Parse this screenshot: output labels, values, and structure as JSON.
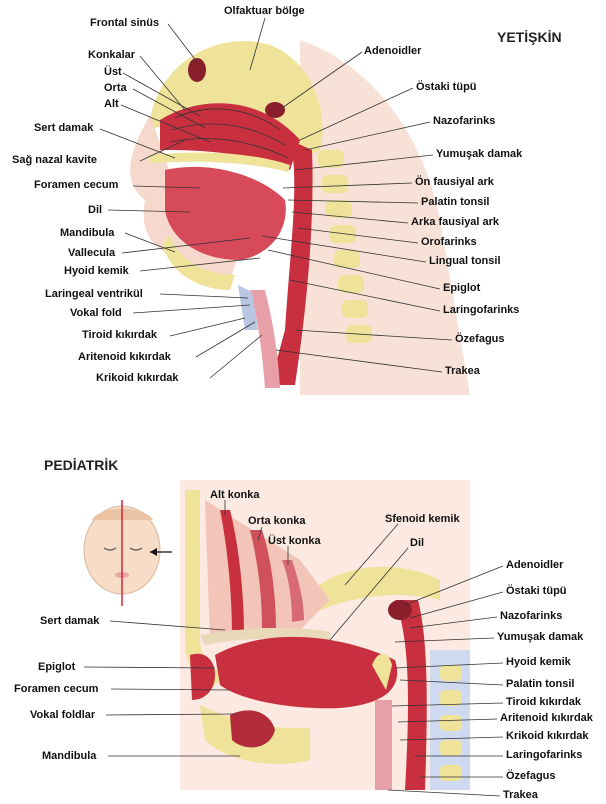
{
  "adult": {
    "title": "YETİŞKİN",
    "labels": {
      "frontal_sinus": "Frontal sinüs",
      "olfactory_region": "Olfaktuar bölge",
      "conchae": "Konkalar",
      "upper": "Üst",
      "middle": "Orta",
      "lower": "Alt",
      "hard_palate": "Sert damak",
      "right_nasal_cavity": "Sağ nazal kavite",
      "foramen_cecum": "Foramen cecum",
      "tongue": "Dil",
      "mandible": "Mandibula",
      "vallecula": "Vallecula",
      "hyoid_bone": "Hyoid kemik",
      "laryngeal_ventricle": "Laringeal ventrikül",
      "vocal_fold": "Vokal fold",
      "thyroid_cartilage": "Tiroid kıkırdak",
      "arytenoid_cartilage": "Aritenoid kıkırdak",
      "cricoid_cartilage": "Krikoid kıkırdak",
      "adenoids": "Adenoidler",
      "eustachian_tube": "Östaki tüpü",
      "nasopharynx": "Nazofarinks",
      "soft_palate": "Yumuşak damak",
      "anterior_faucial_arch": "Ön fausiyal ark",
      "palatine_tonsil": "Palatin tonsil",
      "posterior_faucial_arch": "Arka fausiyal ark",
      "oropharynx": "Orofarinks",
      "lingual_tonsil": "Lingual tonsil",
      "epiglottis": "Epiglot",
      "laryngopharynx": "Laringofarinks",
      "esophagus": "Özefagus",
      "trachea": "Trakea"
    }
  },
  "pediatric": {
    "title": "PEDİATRİK",
    "labels": {
      "inferior_concha": "Alt konka",
      "middle_concha": "Orta konka",
      "superior_concha": "Üst konka",
      "sphenoid_bone": "Sfenoid kemik",
      "tongue": "Dil",
      "hard_palate": "Sert damak",
      "epiglottis": "Epiglot",
      "foramen_cecum": "Foramen cecum",
      "vocal_folds": "Vokal foldlar",
      "mandible": "Mandibula",
      "adenoids": "Adenoidler",
      "eustachian_tube": "Östaki tüpü",
      "nasopharynx": "Nazofarinks",
      "soft_palate": "Yumuşak damak",
      "hyoid_bone": "Hyoid kemik",
      "palatine_tonsil": "Palatin tonsil",
      "thyroid_cartilage": "Tiroid kıkırdak",
      "arytenoid_cartilage": "Aritenoid kıkırdak",
      "cricoid_cartilage": "Krikoid kıkırdak",
      "laryngopharynx": "Laringofarinks",
      "esophagus": "Özefagus",
      "trachea": "Trakea"
    }
  },
  "colors": {
    "tissue_red": "#c8303f",
    "tissue_pink": "#e8a0a8",
    "bone_yellow": "#efe39a",
    "skin": "#f6d9cc",
    "cartilage_blue": "#b9c6e2"
  }
}
